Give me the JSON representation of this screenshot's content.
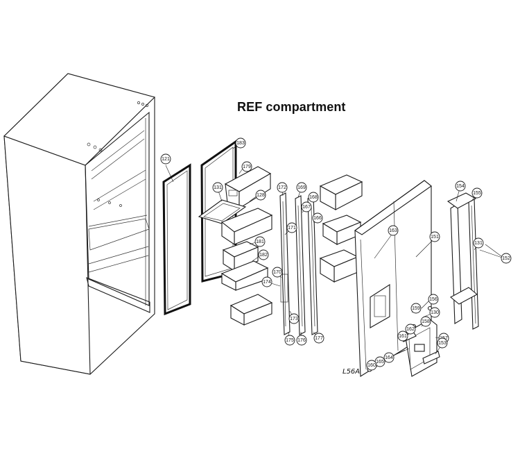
{
  "title": "REF compartment",
  "callouts": [
    {
      "id": "c121",
      "label": "121"
    },
    {
      "id": "c183",
      "label": "183"
    },
    {
      "id": "c179",
      "label": "179"
    },
    {
      "id": "c131",
      "label": "131"
    },
    {
      "id": "c128",
      "label": "128"
    },
    {
      "id": "c172",
      "label": "172"
    },
    {
      "id": "c169",
      "label": "169"
    },
    {
      "id": "c168",
      "label": "168"
    },
    {
      "id": "c167",
      "label": "167"
    },
    {
      "id": "c166",
      "label": "166"
    },
    {
      "id": "c171",
      "label": "171"
    },
    {
      "id": "c181",
      "label": "181"
    },
    {
      "id": "c182",
      "label": "182"
    },
    {
      "id": "c170",
      "label": "170"
    },
    {
      "id": "c174",
      "label": "174"
    },
    {
      "id": "c173",
      "label": "173"
    },
    {
      "id": "c175",
      "label": "175"
    },
    {
      "id": "c176",
      "label": "176"
    },
    {
      "id": "c177",
      "label": "177"
    },
    {
      "id": "c163",
      "label": "163"
    },
    {
      "id": "c151",
      "label": "151"
    },
    {
      "id": "c154",
      "label": "154"
    },
    {
      "id": "c155",
      "label": "155"
    },
    {
      "id": "c131b",
      "label": "131"
    },
    {
      "id": "c152",
      "label": "152"
    },
    {
      "id": "c156",
      "label": "156"
    },
    {
      "id": "c159",
      "label": "159"
    },
    {
      "id": "c130",
      "label": "130"
    },
    {
      "id": "c158",
      "label": "158"
    },
    {
      "id": "c157",
      "label": "157"
    },
    {
      "id": "c162",
      "label": "162"
    },
    {
      "id": "c161",
      "label": "161"
    },
    {
      "id": "c164",
      "label": "164"
    },
    {
      "id": "c165",
      "label": "165"
    },
    {
      "id": "c160",
      "label": "160"
    },
    {
      "id": "c153",
      "label": "153"
    }
  ],
  "handwritten_note": "L56A"
}
